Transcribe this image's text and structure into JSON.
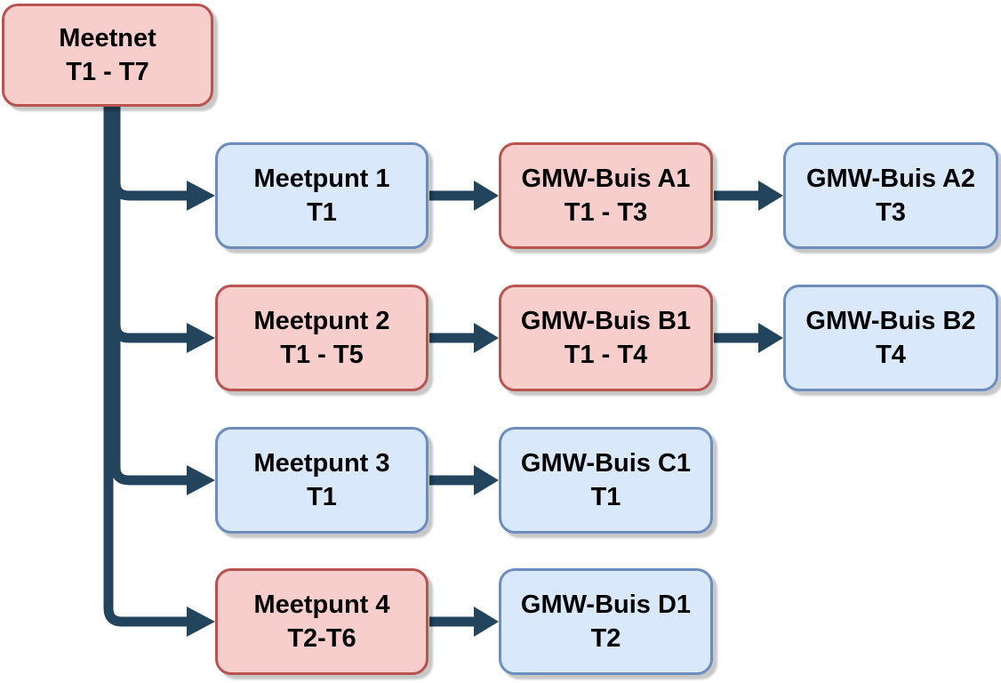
{
  "diagram": {
    "root": {
      "label": "Meetnet",
      "sublabel": "T1 - T7",
      "color": "red"
    },
    "rows": [
      {
        "nodes": [
          {
            "label": "Meetpunt 1",
            "sublabel": "T1",
            "color": "blue"
          },
          {
            "label": "GMW-Buis A1",
            "sublabel": "T1 - T3",
            "color": "red"
          },
          {
            "label": "GMW-Buis A2",
            "sublabel": "T3",
            "color": "blue"
          }
        ]
      },
      {
        "nodes": [
          {
            "label": "Meetpunt 2",
            "sublabel": "T1 - T5",
            "color": "red"
          },
          {
            "label": "GMW-Buis B1",
            "sublabel": "T1 - T4",
            "color": "red"
          },
          {
            "label": "GMW-Buis B2",
            "sublabel": "T4",
            "color": "blue"
          }
        ]
      },
      {
        "nodes": [
          {
            "label": "Meetpunt 3",
            "sublabel": "T1",
            "color": "blue"
          },
          {
            "label": "GMW-Buis C1",
            "sublabel": "T1",
            "color": "blue"
          }
        ]
      },
      {
        "nodes": [
          {
            "label": "Meetpunt 4",
            "sublabel": "T2-T6",
            "color": "red"
          },
          {
            "label": "GMW-Buis D1",
            "sublabel": "T2",
            "color": "blue"
          }
        ]
      }
    ],
    "colors": {
      "red_fill": "#f8cecc",
      "red_border": "#b85450",
      "blue_fill": "#dae8fc",
      "blue_border": "#6c8ebf",
      "connector": "#23445d",
      "text": "#000000"
    }
  }
}
